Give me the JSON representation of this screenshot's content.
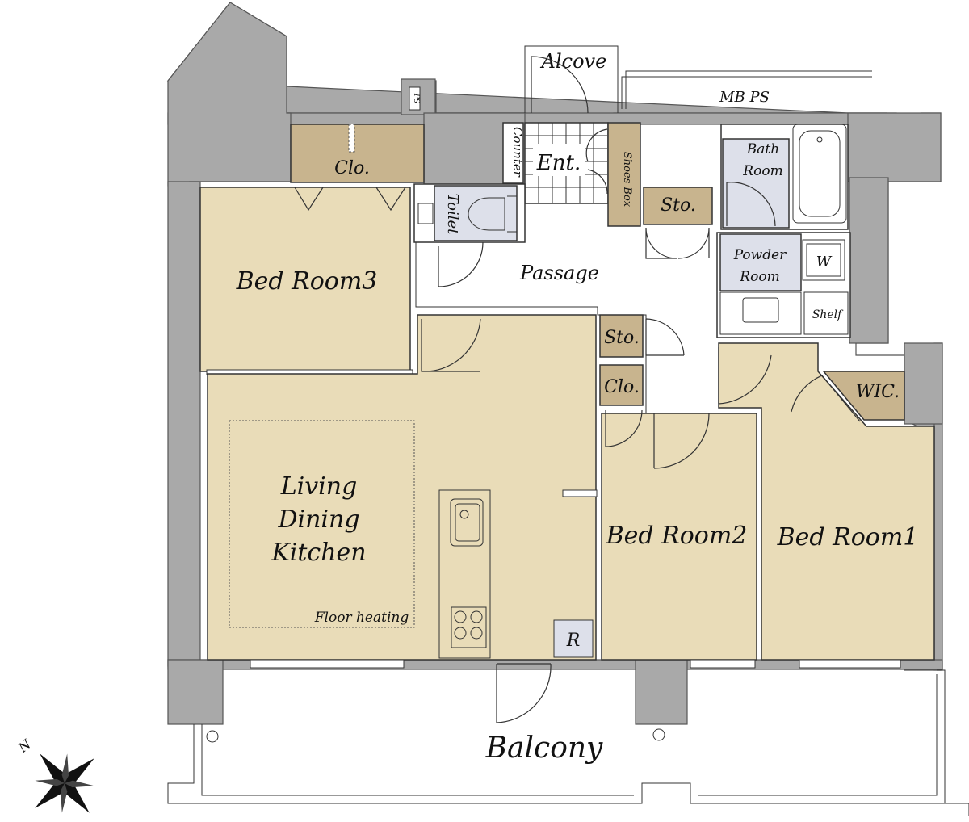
{
  "colors": {
    "room_fill": "#e9dcb8",
    "storage_fill": "#c8b48e",
    "wet_fill": "#dde0ea",
    "wall_fill": "#a9a9a9",
    "floor_white": "#ffffff"
  },
  "labels": {
    "alcove": "Alcove",
    "mb_ps": "MB PS",
    "ps": "PS",
    "counter": "Counter",
    "entrance": "Ent.",
    "shoes_box": "Shoes Box",
    "toilet": "Toilet",
    "closet_top": "Clo.",
    "storage_top": "Sto.",
    "bath_room_line1": "Bath",
    "bath_room_line2": "Room",
    "powder_room_line1": "Powder",
    "powder_room_line2": "Room",
    "washer": "W",
    "shelf": "Shelf",
    "bed_room3": "Bed Room3",
    "passage": "Passage",
    "storage_mid": "Sto.",
    "closet_mid": "Clo.",
    "wic": "WIC.",
    "ldk_line1": "Living",
    "ldk_line2": "Dining",
    "ldk_line3": "Kitchen",
    "floor_heating": "Floor heating",
    "refrigerator": "R",
    "bed_room2": "Bed Room2",
    "bed_room1": "Bed Room1",
    "balcony": "Balcony"
  },
  "compass": {
    "north": "N"
  }
}
